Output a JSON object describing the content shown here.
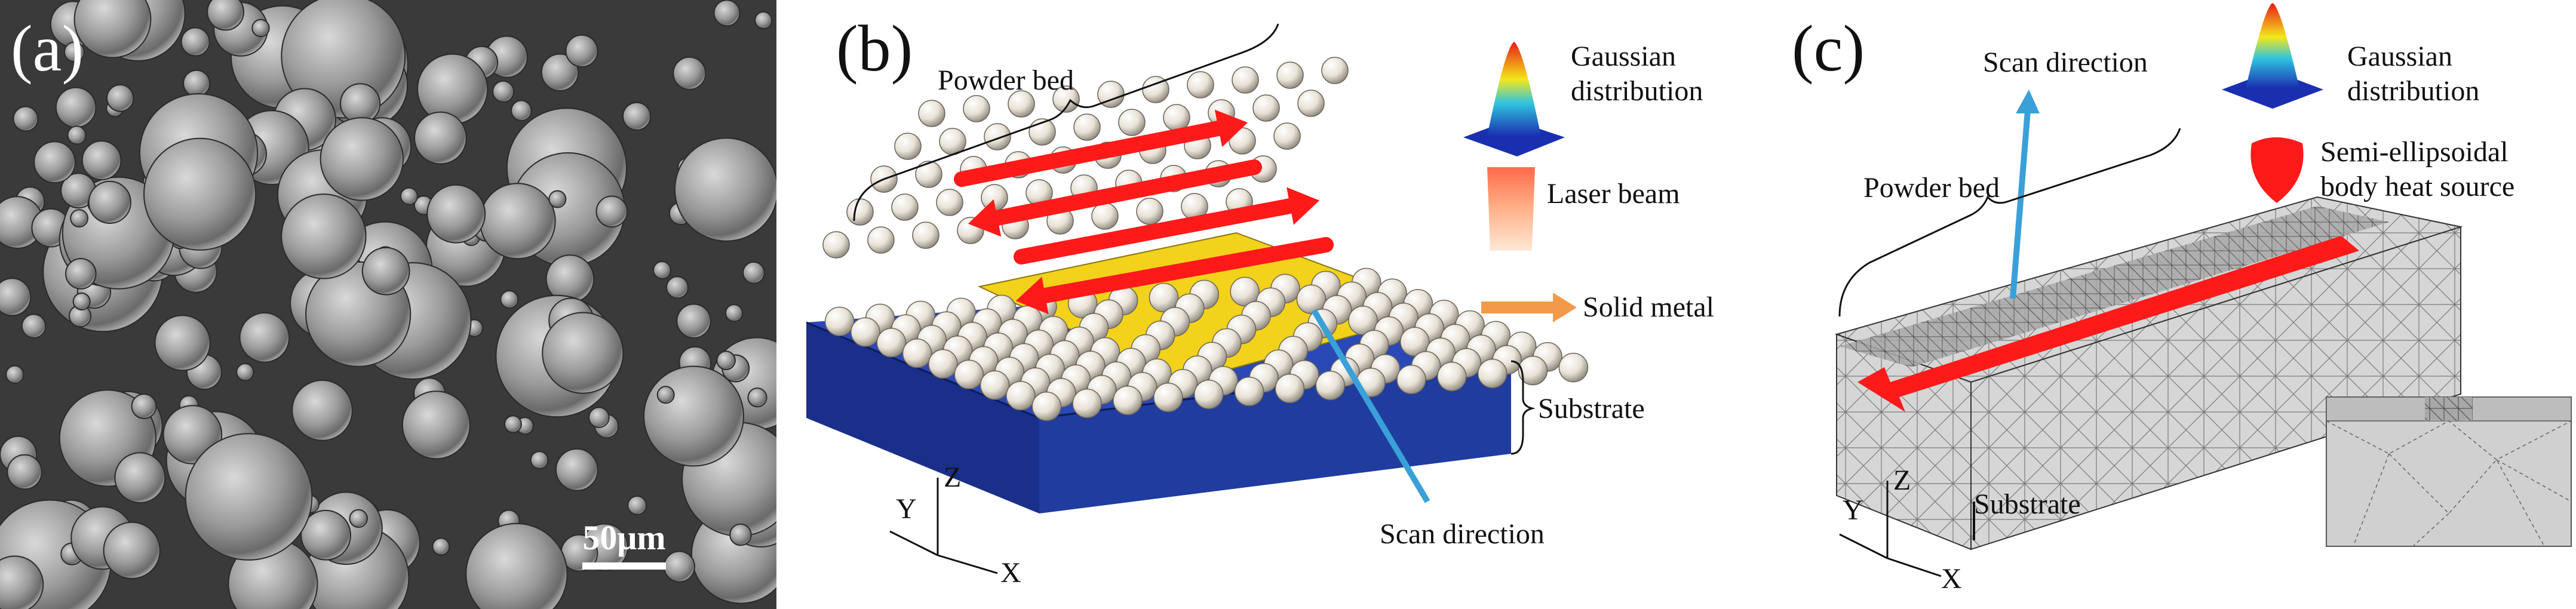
{
  "panel_a": {
    "label": "(a)",
    "scale_bar": "50μm"
  },
  "panel_b": {
    "label": "(b)",
    "powder_bed": "Powder bed",
    "gaussian": [
      "Gaussian",
      "distribution"
    ],
    "laser_beam": "Laser beam",
    "solid_metal": "Solid metal",
    "substrate": "Substrate",
    "scan_direction": "Scan direction",
    "axes": {
      "x": "X",
      "y": "Y",
      "z": "Z"
    }
  },
  "panel_c": {
    "label": "(c)",
    "gaussian": [
      "Gaussian",
      "distribution"
    ],
    "scan_direction": "Scan direction",
    "powder_bed": "Powder bed",
    "heat_source": [
      "Semi-ellipsoidal",
      "body heat source"
    ],
    "substrate": "Substrate",
    "axes": {
      "x": "X",
      "y": "Y",
      "z": "Z"
    }
  },
  "colors": {
    "sem_background": "#3a3a3a",
    "substrate_blue": "#1f3c9e",
    "solid_metal_yellow": "#f2d21a",
    "scan_arrow_red": "#ff1a1a",
    "scan_direction_blue": "#3aa0d8",
    "solid_metal_arrow_orange": "#f39a4a",
    "mesh_gray": "#cfcfcf"
  }
}
